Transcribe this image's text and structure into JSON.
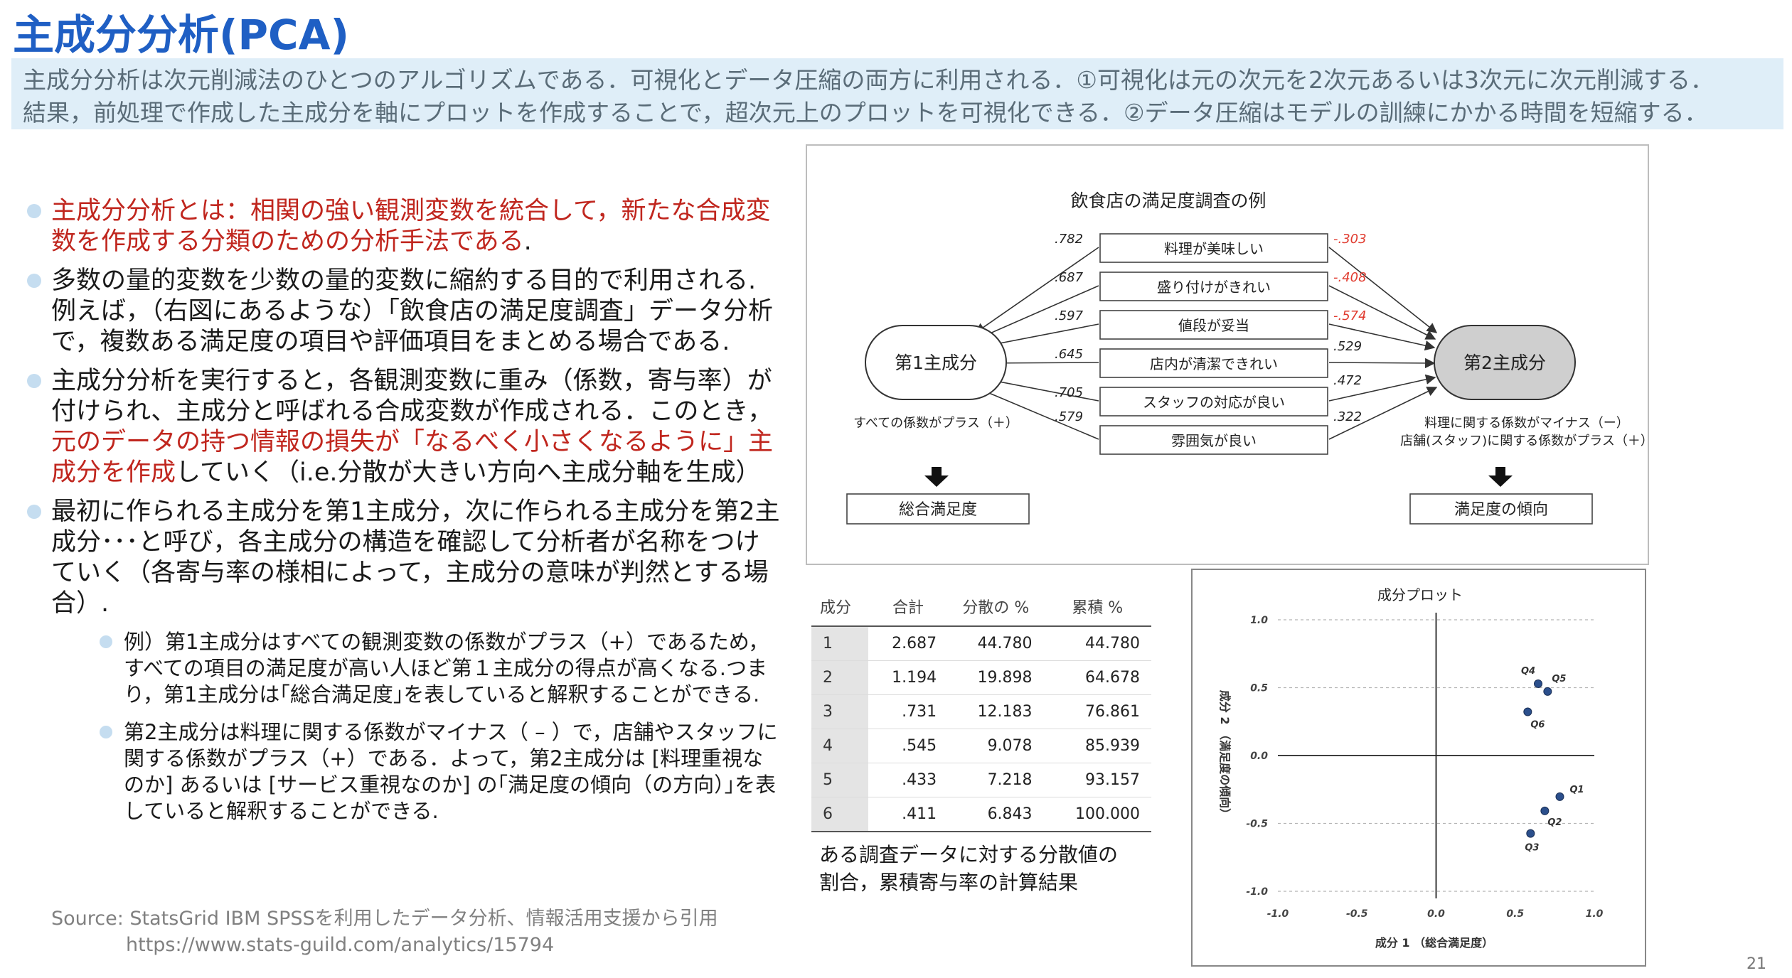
{
  "title": "主成分分析(PCA)",
  "summary": {
    "line1": "主成分分析は次元削減法のひとつのアルゴリズムである．可視化とデータ圧縮の両方に利用される．①可視化は元の次元を2次元あるいは3次元に次元削減する．",
    "line2": "結果，前処理で作成した主成分を軸にプロットを作成することで，超次元上のプロットを可視化できる．②データ圧縮はモデルの訓練にかかる時間を短縮する．"
  },
  "bullets": {
    "b1": "主成分分析とは：相関の強い観測変数を統合して，新たな合成変数を作成する分類のための分析手法である",
    "b1_tail": ".",
    "b2": "多数の量的変数を少数の量的変数に縮約する目的で利用される.例えば，（右図にあるような）「飲食店の満足度調査」データ分析で，複数ある満足度の項目や評価項目をまとめる場合である.",
    "b3_pre": "主成分分析を実行すると，各観測変数に重み（係数，寄与率）が付けられ、主成分と呼ばれる合成変数が作成される．このとき，",
    "b3_red": "元のデータの持つ情報の損失が「なるべく小さくなるように」主成分を作成",
    "b3_post": "していく（i.e.分散が大きい方向へ主成分軸を生成）",
    "b4": "最初に作られる主成分を第1主成分，次に作られる主成分を第2主成分･･･と呼び，各主成分の構造を確認して分析者が名称をつけていく（各寄与率の様相によって，主成分の意味が判然とする場合）.",
    "sub1": "例）第1主成分はすべての観測変数の係数がプラス（+）であるため，すべての項目の満足度が高い人ほど第１主成分の得点が高くなる.つまり，第1主成分は｢総合満足度｣を表していると解釈することができる.",
    "sub2": "第2主成分は料理に関する係数がマイナス（ – ）で，店舗やスタッフに関する係数がプラス（+）である．よって，第2主成分は [料理重視なのか] あるいは [サービス重視なのか] の｢満足度の傾向（の方向）｣を表していると解釈することができる."
  },
  "source": {
    "line1": "Source: StatsGrid IBM SPSSを利用したデータ分析、情報活用支援から引用",
    "line2": "https://www.stats-guild.com/analytics/15794"
  },
  "diagram": {
    "title": "飲食店の満足度調査の例",
    "items": [
      "料理が美味しい",
      "盛り付けがきれい",
      "値段が妥当",
      "店内が清潔できれい",
      "スタッフの対応が良い",
      "雰囲気が良い"
    ],
    "pc1_loadings": [
      ".782",
      ".687",
      ".597",
      ".645",
      ".705",
      ".579"
    ],
    "pc2_loadings": [
      "-.303",
      "-.408",
      "-.574",
      ".529",
      ".472",
      ".322"
    ],
    "pc1_label": "第1主成分",
    "pc2_label": "第2主成分",
    "pc1_note": "すべての係数がプラス（＋）",
    "pc2_note1": "料理に関する係数がマイナス（ー）",
    "pc2_note2": "店舗(スタッフ)に関する係数がプラス（＋）",
    "pc1_result": "総合満足度",
    "pc2_result": "満足度の傾向",
    "negative_color": "#e03a2e"
  },
  "variance_table": {
    "headers": [
      "成分",
      "合計",
      "分散の %",
      "累積 %"
    ],
    "rows": [
      [
        "1",
        "2.687",
        "44.780",
        "44.780"
      ],
      [
        "2",
        "1.194",
        "19.898",
        "64.678"
      ],
      [
        "3",
        ".731",
        "12.183",
        "76.861"
      ],
      [
        "4",
        ".545",
        "9.078",
        "85.939"
      ],
      [
        "5",
        ".433",
        "7.218",
        "93.157"
      ],
      [
        "6",
        ".411",
        "6.843",
        "100.000"
      ]
    ]
  },
  "caption": {
    "line1": "ある調査データに対する分散値の",
    "line2": "割合，累積寄与率の計算結果"
  },
  "chart_data": {
    "type": "scatter",
    "title": "成分プロット",
    "xlabel": "成分 1 （総合満足度）",
    "ylabel": "成分 2 （満足度の傾向）",
    "xlim": [
      -1.0,
      1.0
    ],
    "ylim": [
      -1.0,
      1.0
    ],
    "xticks": [
      "-1.0",
      "-0.5",
      "0.0",
      "0.5",
      "1.0"
    ],
    "yticks": [
      "1.0",
      "0.5",
      "0.0",
      "-0.5",
      "-1.0"
    ],
    "grid": "dashed",
    "points": [
      {
        "label": "Q1",
        "x": 0.782,
        "y": -0.303
      },
      {
        "label": "Q2",
        "x": 0.687,
        "y": -0.408
      },
      {
        "label": "Q3",
        "x": 0.597,
        "y": -0.574
      },
      {
        "label": "Q4",
        "x": 0.645,
        "y": 0.529
      },
      {
        "label": "Q5",
        "x": 0.705,
        "y": 0.472
      },
      {
        "label": "Q6",
        "x": 0.579,
        "y": 0.322
      }
    ],
    "point_color": "#2b4f8c"
  },
  "page_number": "21"
}
